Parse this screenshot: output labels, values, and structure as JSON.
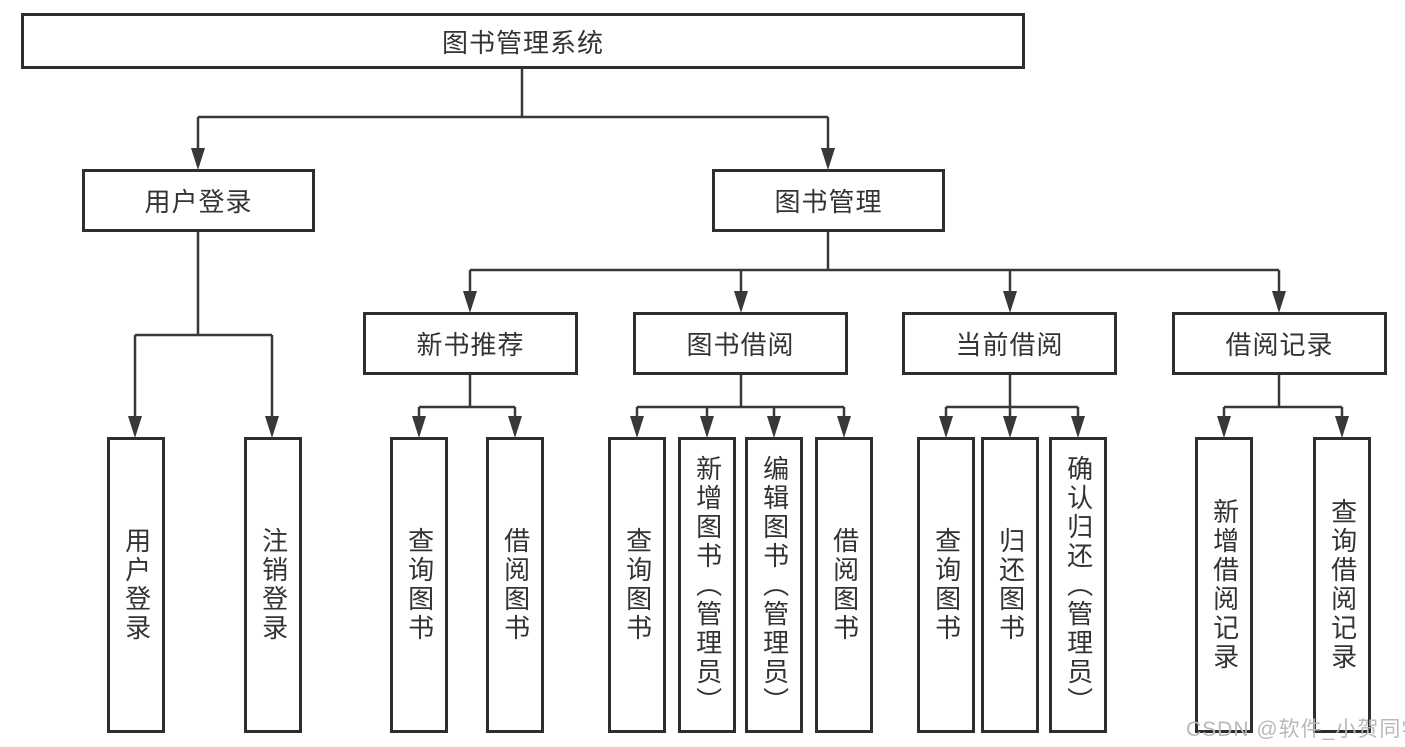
{
  "tree": {
    "root": "图书管理系统",
    "user_login": {
      "label": "用户登录",
      "children": [
        "用户登录",
        "注销登录"
      ]
    },
    "book_management": {
      "label": "图书管理",
      "sections": {
        "new_book_recommend": {
          "label": "新书推荐",
          "children": [
            "查询图书",
            "借阅图书"
          ]
        },
        "book_borrowing": {
          "label": "图书借阅",
          "children": [
            "查询图书",
            "新增图书（管理员）",
            "编辑图书（管理员）",
            "借阅图书"
          ]
        },
        "current_borrowing": {
          "label": "当前借阅",
          "children": [
            "查询图书",
            "归还图书",
            "确认归还（管理员）"
          ]
        },
        "borrowing_records": {
          "label": "借阅记录",
          "children": [
            "新增借阅记录",
            "查询借阅记录"
          ]
        }
      }
    }
  },
  "watermark": "CSDN @软件_小贺同学",
  "colors": {
    "line": "#383838",
    "border": "#2e2e2e",
    "text": "#333333",
    "watermark": "#b9b9b9",
    "background": "#ffffff"
  }
}
